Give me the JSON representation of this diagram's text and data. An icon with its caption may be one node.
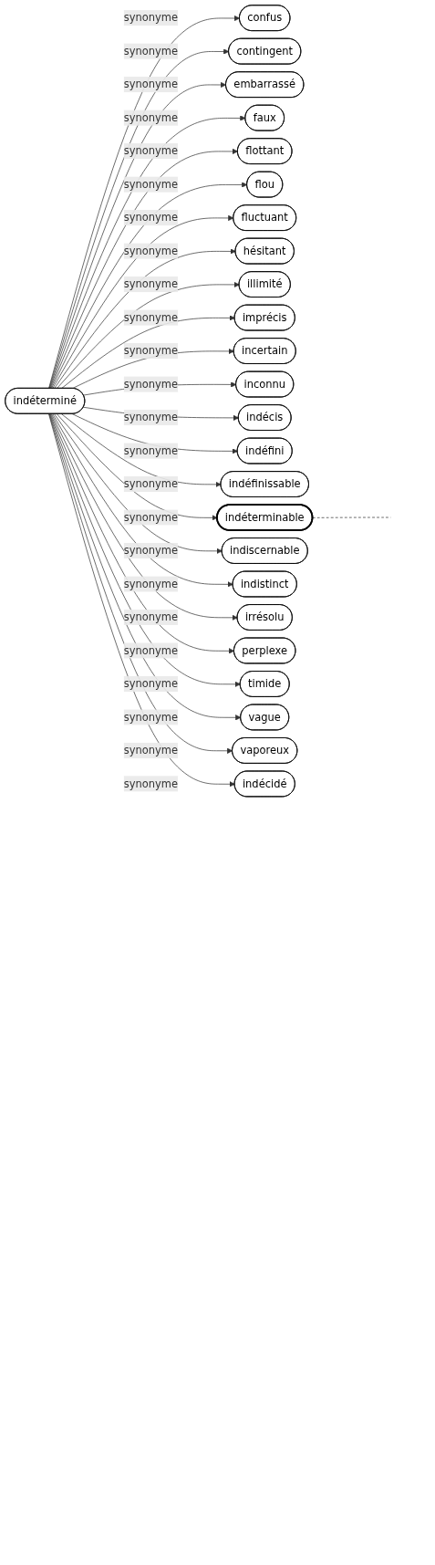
{
  "diagram": {
    "nodes": [
      {
        "text": [
          "indéterminé"
        ]
      },
      {
        "text": [
          "confus"
        ]
      },
      {
        "text": [
          "contingent"
        ]
      },
      {
        "text": [
          "embarrassé"
        ]
      },
      {
        "text": [
          "faux"
        ]
      },
      {
        "text": [
          "flottant"
        ]
      },
      {
        "text": [
          "flou"
        ]
      },
      {
        "text": [
          "fluctuant"
        ]
      },
      {
        "text": [
          "hésitant"
        ]
      },
      {
        "text": [
          "illimité"
        ]
      },
      {
        "text": [
          "imprécis"
        ]
      },
      {
        "text": [
          "incertain"
        ]
      },
      {
        "text": [
          "inconnu"
        ]
      },
      {
        "text": [
          "indécis"
        ]
      },
      {
        "text": [
          "indéfini"
        ]
      },
      {
        "text": [
          "indéfinissable"
        ]
      },
      {
        "text": [
          "indéterminable"
        ]
      },
      {
        "text": [
          "indiscernable"
        ]
      },
      {
        "text": [
          "indistinct"
        ]
      },
      {
        "text": [
          "irrésolu"
        ]
      },
      {
        "text": [
          "perplexe"
        ]
      },
      {
        "text": [
          "timide"
        ]
      },
      {
        "text": [
          "vague"
        ]
      },
      {
        "text": [
          "vaporeux"
        ]
      },
      {
        "text": [
          "indécidé"
        ]
      }
    ],
    "edges": [
      {
        "from": 0,
        "to": 1,
        "arrow": "to",
        "label": "synonyme"
      },
      {
        "from": 0,
        "to": 2,
        "arrow": "to",
        "label": "synonyme"
      },
      {
        "from": 0,
        "to": 3,
        "arrow": "to",
        "label": "synonyme"
      },
      {
        "from": 0,
        "to": 4,
        "arrow": "to",
        "label": "synonyme"
      },
      {
        "from": 0,
        "to": 5,
        "arrow": "to",
        "label": "synonyme"
      },
      {
        "from": 0,
        "to": 6,
        "arrow": "to",
        "label": "synonyme"
      },
      {
        "from": 0,
        "to": 7,
        "arrow": "to",
        "label": "synonyme"
      },
      {
        "from": 0,
        "to": 8,
        "arrow": "to",
        "label": "synonyme"
      },
      {
        "from": 0,
        "to": 9,
        "arrow": "to",
        "label": "synonyme"
      },
      {
        "from": 0,
        "to": 10,
        "arrow": "to",
        "label": "synonyme"
      },
      {
        "from": 0,
        "to": 11,
        "arrow": "to",
        "label": "synonyme"
      },
      {
        "from": 0,
        "to": 12,
        "arrow": "to",
        "label": "synonyme"
      },
      {
        "from": 0,
        "to": 13,
        "arrow": "to",
        "label": "synonyme"
      },
      {
        "from": 0,
        "to": 14,
        "arrow": "to",
        "label": "synonyme"
      },
      {
        "from": 0,
        "to": 15,
        "arrow": "to",
        "label": "synonyme"
      },
      {
        "from": 0,
        "to": 16,
        "arrow": "to",
        "label": "synonyme"
      },
      {
        "from": 0,
        "to": 17,
        "arrow": "to",
        "label": "synonyme"
      },
      {
        "from": 0,
        "to": 18,
        "arrow": "to",
        "label": "synonyme"
      },
      {
        "from": 0,
        "to": 19,
        "arrow": "to",
        "label": "synonyme"
      },
      {
        "from": 0,
        "to": 20,
        "arrow": "to",
        "label": "synonyme"
      },
      {
        "from": 0,
        "to": 21,
        "arrow": "to",
        "label": "synonyme"
      },
      {
        "from": 0,
        "to": 22,
        "arrow": "to",
        "label": "synonyme"
      },
      {
        "from": 0,
        "to": 23,
        "arrow": "to",
        "label": "synonyme"
      },
      {
        "from": 0,
        "to": 24,
        "arrow": "to",
        "label": "synonyme"
      },
      {
        "from": 16,
        "to": null,
        "arrow": "none",
        "style": "dashed"
      }
    ]
  }
}
